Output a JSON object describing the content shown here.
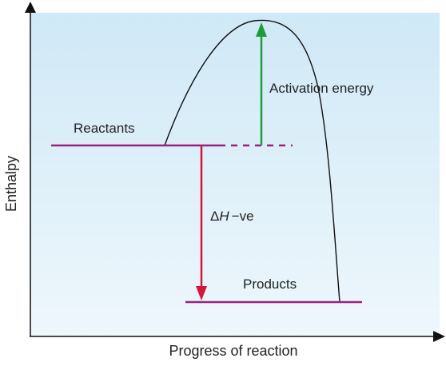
{
  "diagram": {
    "labels": {
      "reactants": "Reactants",
      "products": "Products",
      "activation_energy": "Activation energy",
      "delta": "Δ",
      "h": "H",
      "dh_sign": "−ve",
      "x_axis": "Progress of reaction",
      "y_axis": "Enthalpy"
    },
    "colors": {
      "background_top": "#cfe9f6",
      "background_bottom": "#eef7fc",
      "level_line": "#9c1f80",
      "activation_arrow": "#1f9a3c",
      "enthalpy_arrow": "#d4163c",
      "curve": "#111111",
      "axis": "#111111"
    }
  }
}
